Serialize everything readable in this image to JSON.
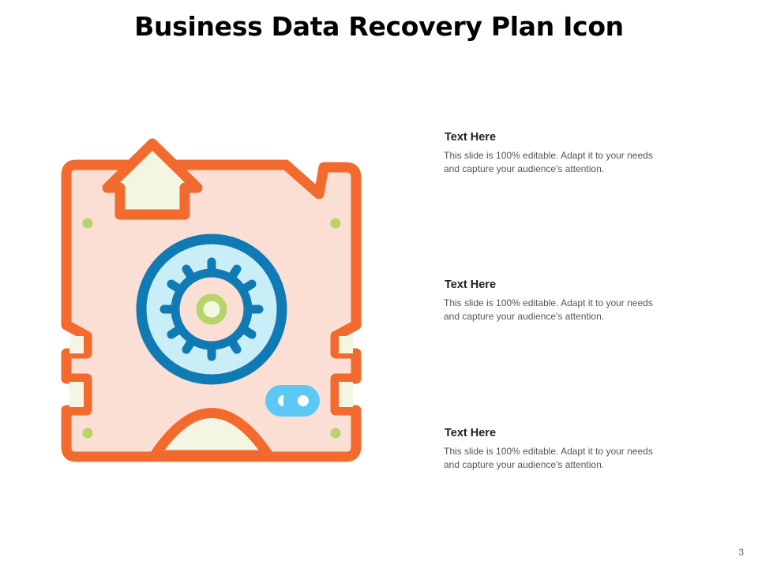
{
  "slide": {
    "title": "Business Data Recovery Plan Icon",
    "page_number": "3"
  },
  "text_blocks": [
    {
      "heading": "Text Here",
      "body": "This slide is 100% editable. Adapt it to your needs and capture your audience's attention."
    },
    {
      "heading": "Text Here",
      "body": "This slide is 100% editable. Adapt it to your needs and capture your audience's attention."
    },
    {
      "heading": "Text Here",
      "body": "This slide is 100% editable. Adapt it to your needs and capture your audience's attention."
    }
  ],
  "illustration": {
    "icon": "hard-drive-recovery-icon",
    "colors": {
      "outline_orange": "#F26A2E",
      "body_fill": "#FCDFD4",
      "arrow_fill": "#F2F6E2",
      "platter_blue": "#0F7AB3",
      "platter_fill": "#C9EEF8",
      "hub_green": "#B6D46A",
      "pill_blue": "#5BC8F5",
      "screw_green": "#B6D46A"
    }
  }
}
